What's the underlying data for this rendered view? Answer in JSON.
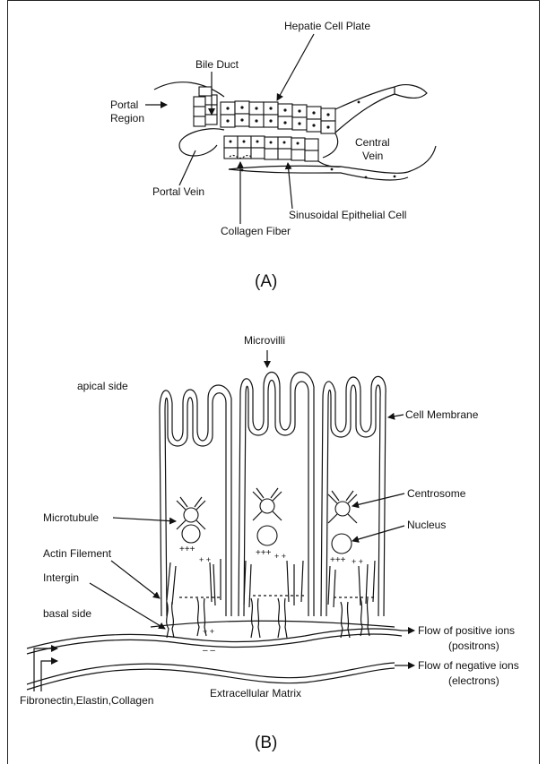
{
  "panel_a": {
    "caption": "(A)",
    "labels": {
      "hepatic_cell_plate": "Hepatie Cell Plate",
      "bile_duct": "Bile Duct",
      "portal_region_1": "Portal",
      "portal_region_2": "Region",
      "central_vein_1": "Central",
      "central_vein_2": "Vein",
      "portal_vein": "Portal Vein",
      "sinusoidal": "Sinusoidal Epithelial Cell",
      "collagen": "Collagen Fiber"
    }
  },
  "panel_b": {
    "caption": "(B)",
    "labels": {
      "microvilli": "Microvilli",
      "apical_side": "apical side",
      "cell_membrane": "Cell Membrane",
      "centrosome": "Centrosome",
      "microtubule": "Microtubule",
      "nucleus": "Nucleus",
      "actin": "Actin Filement",
      "intergin": "Intergin",
      "basal_side": "basal side",
      "pos_ions": "Flow of positive ions",
      "positrons": "(positrons)",
      "neg_ions": "Flow of negative ions",
      "electrons": "(electrons)",
      "fibronectin": "Fibronectin,Elastin,Collagen",
      "ecm": "Extracellular Matrix"
    }
  }
}
